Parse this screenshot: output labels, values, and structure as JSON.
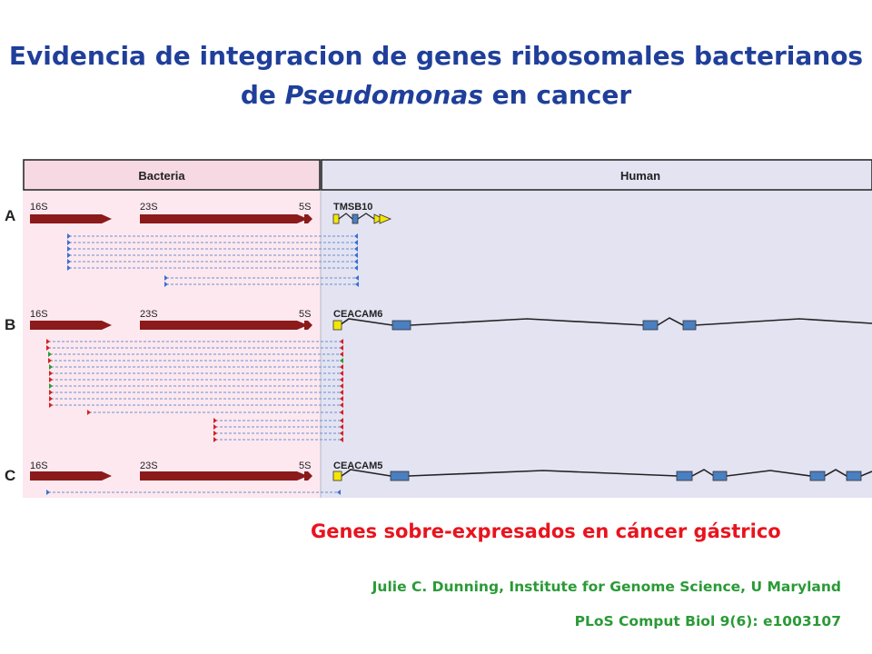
{
  "title": {
    "line1": "Evidencia de integracion de genes ribosomales bacterianos",
    "line2_prefix": "de ",
    "line2_italic": "Pseudomonas",
    "line2_suffix": " en cancer"
  },
  "figure": {
    "header_bacteria": "Bacteria",
    "header_human": "Human",
    "panels": [
      {
        "letter": "A",
        "gene_16s": "16S",
        "gene_23s": "23S",
        "gene_5s": "5S",
        "human_gene": "TMSB10"
      },
      {
        "letter": "B",
        "gene_16s": "16S",
        "gene_23s": "23S",
        "gene_5s": "5S",
        "human_gene": "CEACAM6"
      },
      {
        "letter": "C",
        "gene_16s": "16S",
        "gene_23s": "23S",
        "gene_5s": "5S",
        "human_gene": "CEACAM5"
      }
    ],
    "colors": {
      "bacteria_bg": "#fde8ef",
      "human_bg": "#e3e3f2",
      "header_bg": "#c8c8c8",
      "rrna_arrow": "#8b1a1a",
      "exon_blue": "#4a7fc0",
      "utr_yellow": "#f2e60a",
      "read_line": "#6a8fd0",
      "end_red": "#d42020",
      "end_blue": "#3a6fd0"
    }
  },
  "subtitle": "Genes sobre-expresados en cáncer gástrico",
  "credit_author": "Julie C. Dunning, Institute for Genome Science, U Maryland",
  "credit_ref": "PLoS Comput Biol 9(6): e1003107"
}
